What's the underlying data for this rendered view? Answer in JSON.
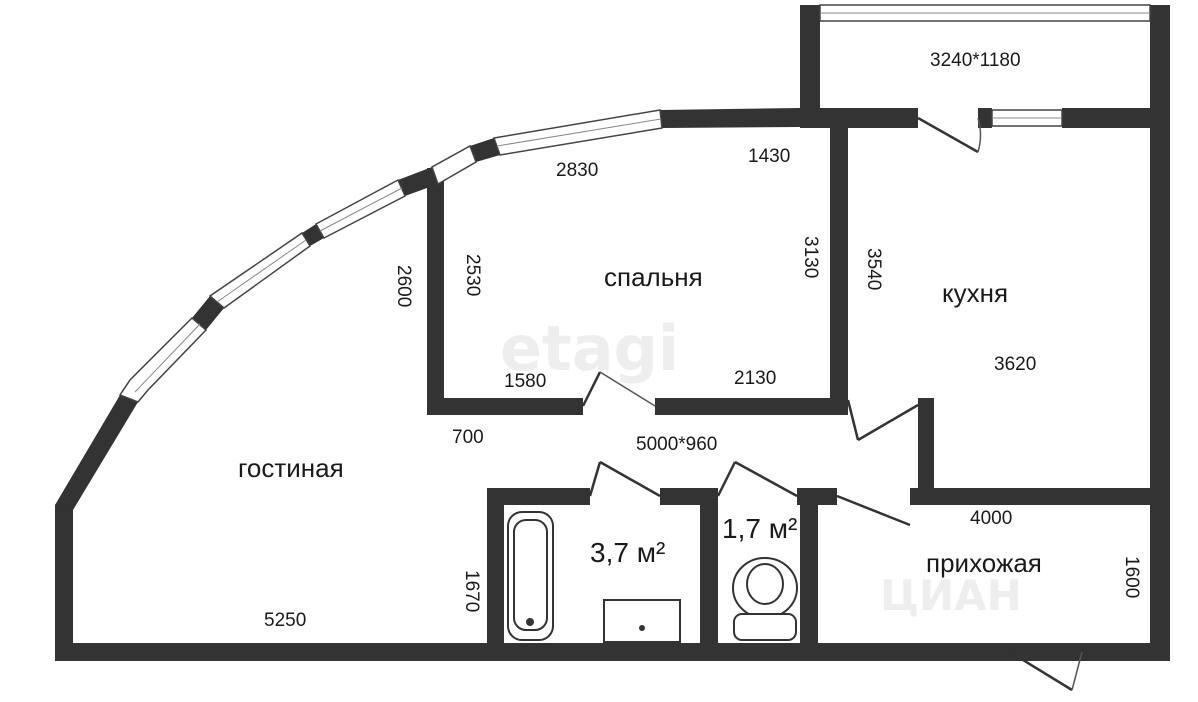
{
  "rooms": {
    "living": "гостиная",
    "bedroom": "спальня",
    "kitchen": "кухня",
    "hallway": "прихожая"
  },
  "areas": {
    "bathroom": "3,7 м²",
    "toilet": "1,7 м²"
  },
  "dimensions": {
    "balcony": "3240*1180",
    "corridor": "5000*960",
    "bed_top_left": "2830",
    "bed_top_right": "1430",
    "bed_left": "2530",
    "bed_right": "3130",
    "bed_bottom_left": "1580",
    "bed_bottom_right": "2130",
    "living_left": "2600",
    "living_700": "700",
    "living_bottom": "5250",
    "kitchen_left": "3540",
    "kitchen_width": "3620",
    "hall_top": "4000",
    "hall_right": "1600",
    "bath_left": "1670"
  },
  "watermarks": {
    "etagi": "etagi",
    "cian": "ЦИАН"
  }
}
